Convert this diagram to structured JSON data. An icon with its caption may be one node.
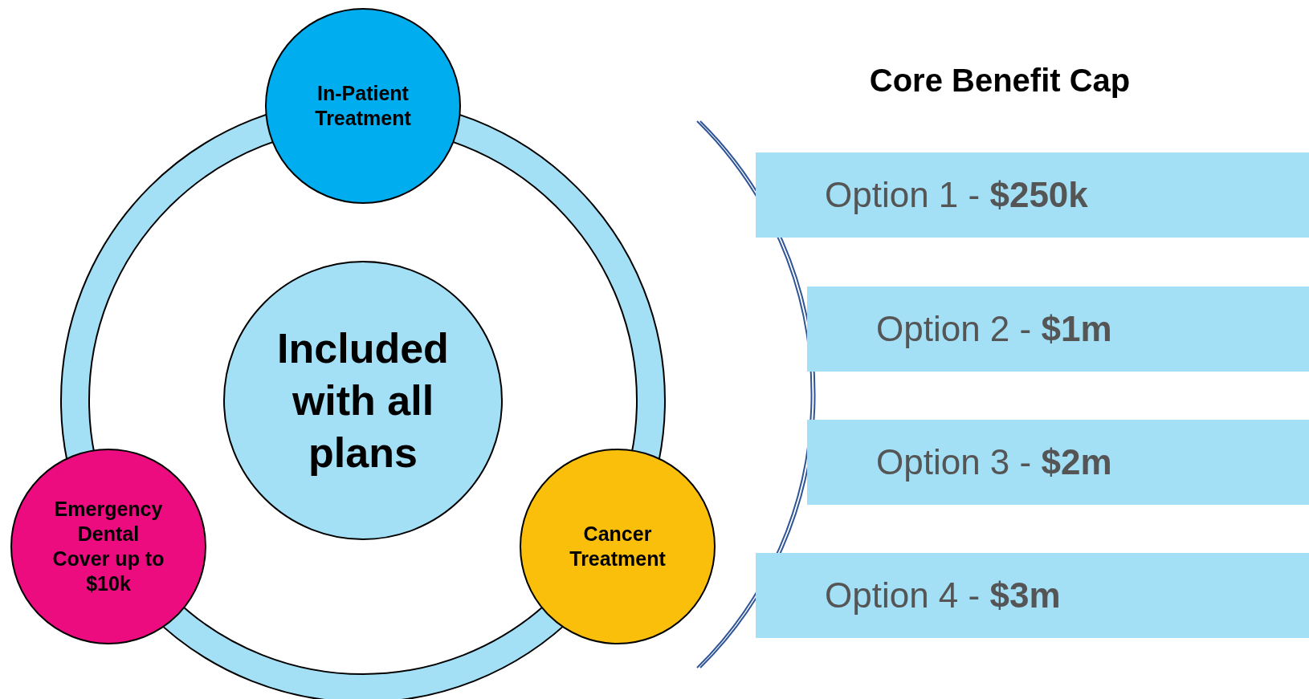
{
  "diagram": {
    "title": "Core Benefit Cap",
    "nodes": [
      {
        "text": [
          "Included with all plans"
        ]
      },
      {
        "text": [
          "In-Patient Treatment"
        ]
      },
      {
        "text": [
          "Emergency Dental Cover up to $10k"
        ]
      },
      {
        "text": [
          "Cancer Treatment"
        ]
      },
      {
        "text": [
          "Option 1 - **$250k**"
        ]
      },
      {
        "text": [
          "Option 2 - **$1m**"
        ]
      },
      {
        "text": [
          "Option 3 - **$2m**"
        ]
      },
      {
        "text": [
          "Option 4 - **$3m**"
        ]
      }
    ],
    "edges": []
  }
}
